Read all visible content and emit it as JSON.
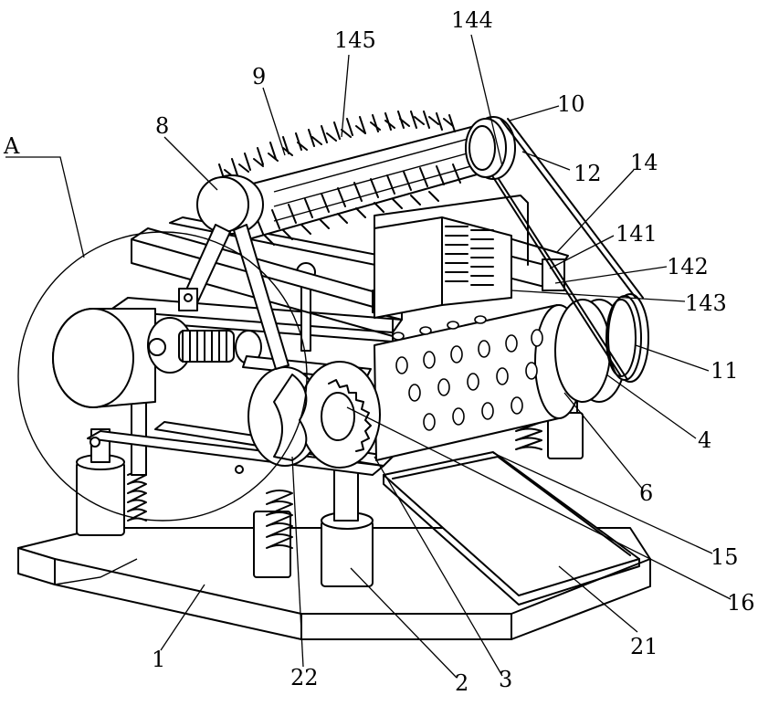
{
  "diagram": {
    "labels": {
      "A": "A",
      "l1": "1",
      "l2": "2",
      "l3": "3",
      "l4": "4",
      "l6": "6",
      "l8": "8",
      "l9": "9",
      "l10": "10",
      "l11": "11",
      "l12": "12",
      "l14": "14",
      "l15": "15",
      "l16": "16",
      "l21": "21",
      "l22": "22",
      "l141": "141",
      "l142": "142",
      "l143": "143",
      "l144": "144",
      "l145": "145"
    }
  }
}
